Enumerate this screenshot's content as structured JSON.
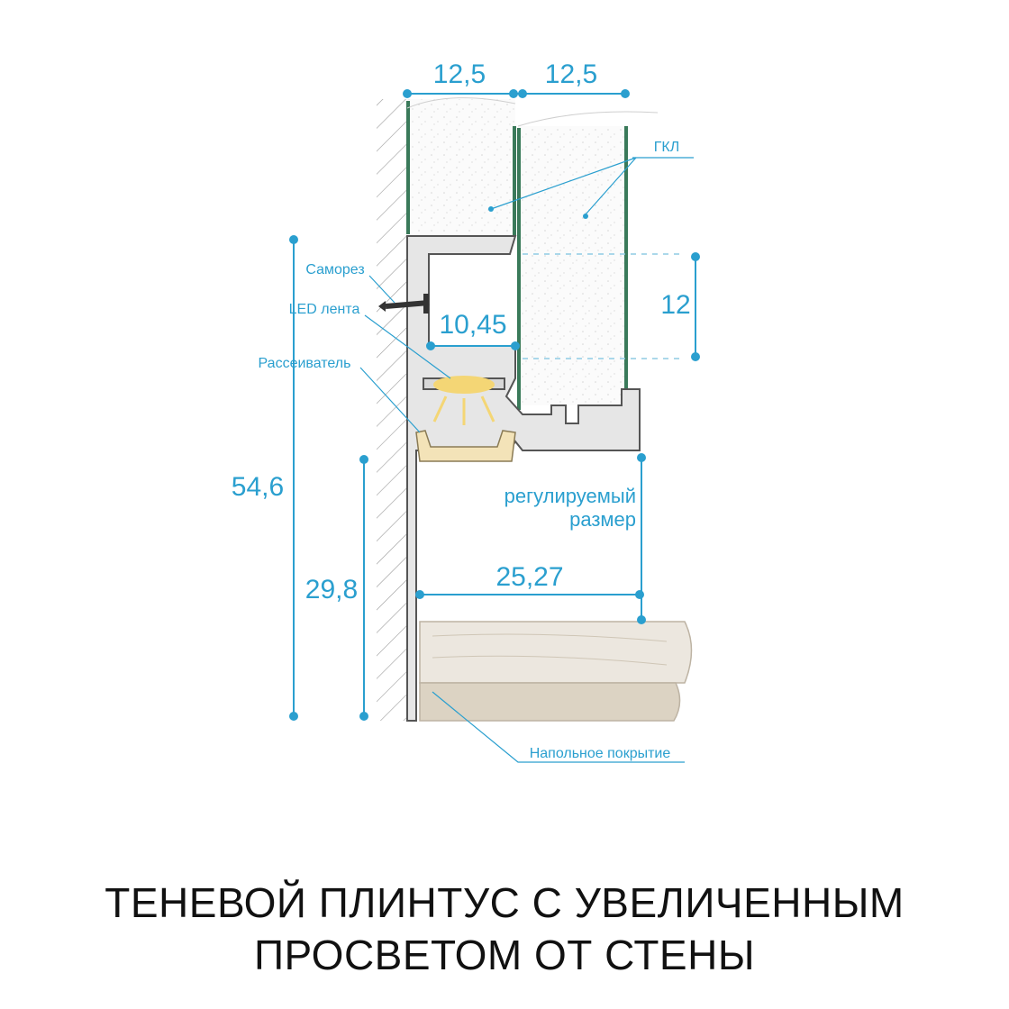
{
  "dimensions": {
    "top_left": "12,5",
    "top_right": "12,5",
    "gap_width": "10,45",
    "right_height": "12",
    "total_height": "54,6",
    "lower_height": "29,8",
    "base_width": "25,27"
  },
  "labels": {
    "gkl": "ГКЛ",
    "screw": "Саморез",
    "led": "LED лента",
    "diffuser": "Рассеиватель",
    "adjustable_line1": "регулируемый",
    "adjustable_line2": "размер",
    "floor": "Напольное покрытие"
  },
  "title": {
    "line1": "ТЕНЕВОЙ ПЛИНТУС С УВЕЛИЧЕННЫМ",
    "line2": "ПРОСВЕТОМ ОТ СТЕНЫ"
  },
  "colors": {
    "dimension": "#2a9fcf",
    "board_edge": "#3a7a5a",
    "profile_fill": "#e6e6e6",
    "led_glow": "#f4d675",
    "diffuser_fill": "#f3e3b8",
    "floor_top": "#ece7df",
    "floor_bottom": "#dcd3c3",
    "title": "#111111"
  }
}
